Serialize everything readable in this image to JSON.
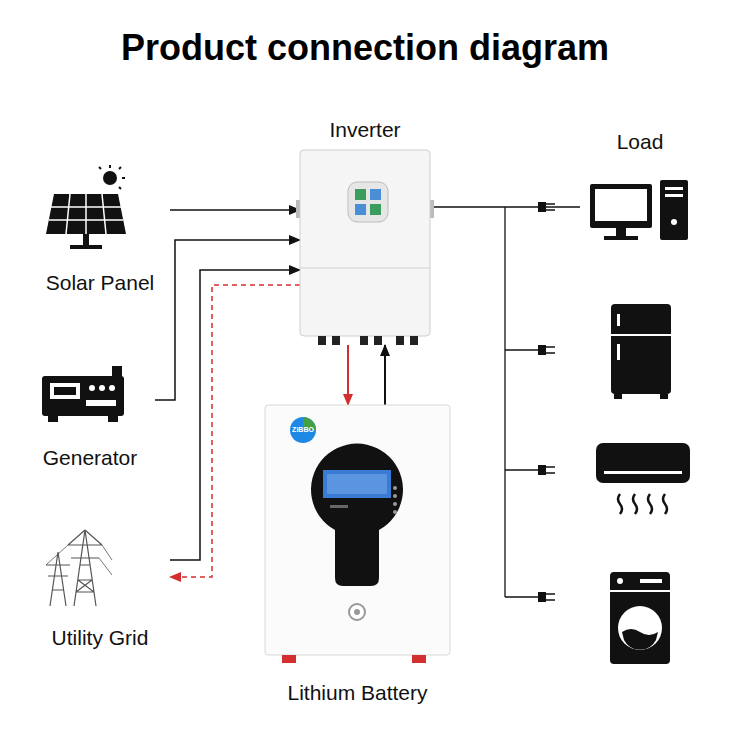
{
  "diagram": {
    "title": "Product connection diagram",
    "nodes": [
      {
        "text": [
          "Inverter"
        ]
      },
      {
        "text": [
          "Load"
        ]
      },
      {
        "text": [
          "Solar Panel"
        ]
      },
      {
        "text": [
          "Generator"
        ]
      },
      {
        "text": [
          "Lithium Battery"
        ]
      },
      {
        "text": [
          "Utility Grid"
        ]
      }
    ],
    "edges": [
      {
        "from": 2,
        "to": 0,
        "arrow": "to"
      },
      {
        "from": 3,
        "to": 0,
        "arrow": "to"
      },
      {
        "from": 5,
        "to": 0,
        "arrow": "to"
      },
      {
        "from": 0,
        "to": 5,
        "arrow": "to"
      },
      {
        "from": 0,
        "to": 4,
        "arrow": "to"
      },
      {
        "from": 4,
        "to": 0,
        "arrow": "to"
      },
      {
        "from": 0,
        "to": 1,
        "arrow": "none"
      }
    ],
    "labels": [
      "ZiBBO"
    ]
  }
}
